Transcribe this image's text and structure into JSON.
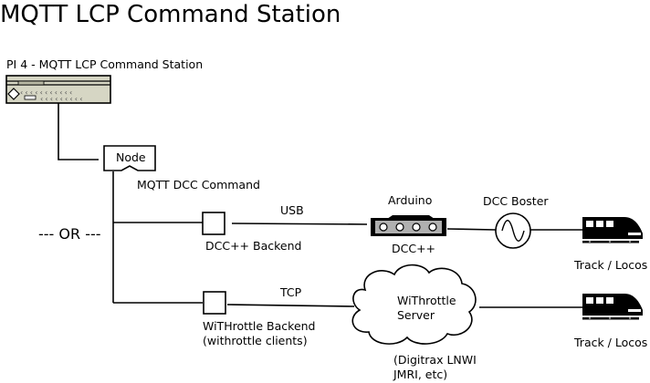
{
  "title": "MQTT LCP Command Station",
  "pi": {
    "label": "PI 4 - MQTT LCP Command Station"
  },
  "node": {
    "label": "Node",
    "caption": "MQTT DCC Command"
  },
  "or_label": "--- OR ---",
  "dcc_backend": {
    "label": "DCC++ Backend",
    "link_label": "USB",
    "device_label": "Arduino",
    "device_caption": "DCC++",
    "booster_label": "DCC Boster",
    "track_label": "Track / Locos"
  },
  "withrottle_backend": {
    "label_line1": "WiTHrottle Backend",
    "label_line2": "(withrottle clients)",
    "link_label": "TCP",
    "cloud_line1": "WiThrottle",
    "cloud_line2": "Server",
    "cloud_caption_line1": "(Digitrax LNWI",
    "cloud_caption_line2": "JMRI, etc)",
    "track_label": "Track / Locos"
  }
}
